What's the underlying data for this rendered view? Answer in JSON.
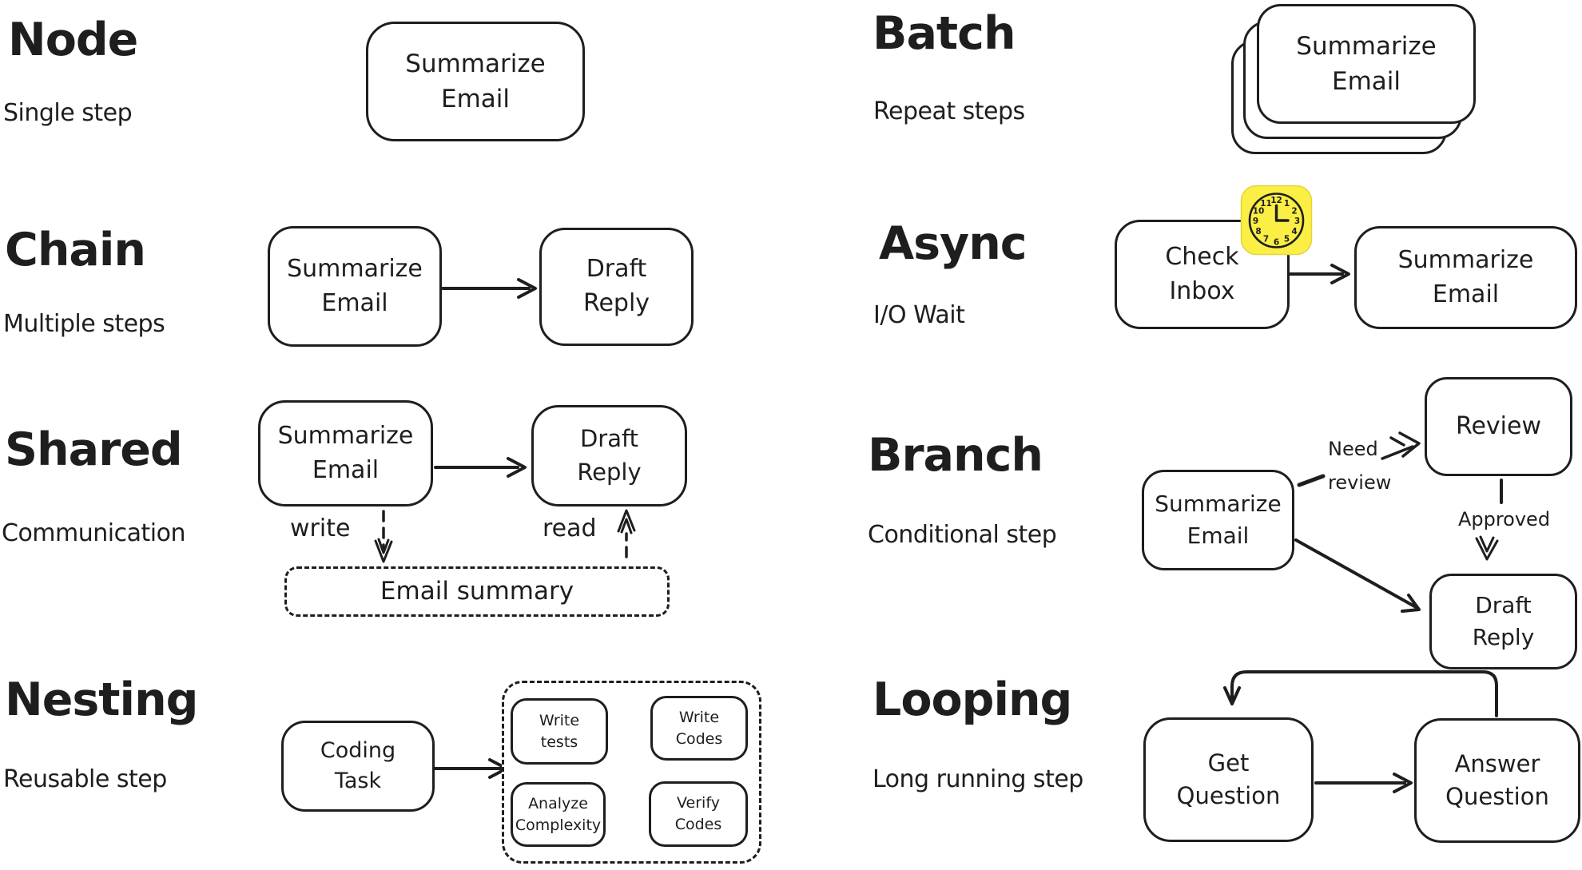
{
  "palette": {
    "ink": "#1e1e1e",
    "canvas": "#ffffff",
    "clock_yellow": "#fbee44"
  },
  "sections": {
    "node": {
      "title": "Node",
      "subtitle": "Single step",
      "box_label": "Summarize\nEmail"
    },
    "chain": {
      "title": "Chain",
      "subtitle": "Multiple steps",
      "box1_label": "Summarize\nEmail",
      "box2_label": "Draft\nReply"
    },
    "shared": {
      "title": "Shared",
      "subtitle": "Communication",
      "box1_label": "Summarize\nEmail",
      "box2_label": "Draft\nReply",
      "write_label": "write",
      "read_label": "read",
      "store_label": "Email summary"
    },
    "nesting": {
      "title": "Nesting",
      "subtitle": "Reusable step",
      "box_label": "Coding\nTask",
      "inner_box1_label": "Write\ntests",
      "inner_box2_label": "Write\nCodes",
      "inner_box3_label": "Verify\nCodes",
      "inner_box4_label": "Analyze\nComplexity"
    },
    "batch": {
      "title": "Batch",
      "subtitle": "Repeat steps",
      "box_label": "Summarize\nEmail"
    },
    "async": {
      "title": "Async",
      "subtitle": "I/O Wait",
      "box1_label": "Check\nInbox",
      "box2_label": "Summarize\nEmail"
    },
    "branch": {
      "title": "Branch",
      "subtitle": "Conditional step",
      "box1_label": "Summarize\nEmail",
      "box2_label": "Review",
      "box3_label": "Draft\nReply",
      "edge1_label": "Need\nreview",
      "edge2_label": "Approved"
    },
    "looping": {
      "title": "Looping",
      "subtitle": "Long running step",
      "box1_label": "Get\nQuestion",
      "box2_label": "Answer\nQuestion"
    }
  },
  "clock": {
    "numbers": [
      "12",
      "1",
      "2",
      "3",
      "4",
      "5",
      "6",
      "7",
      "8",
      "9",
      "10",
      "11"
    ],
    "shows": "3:00"
  }
}
